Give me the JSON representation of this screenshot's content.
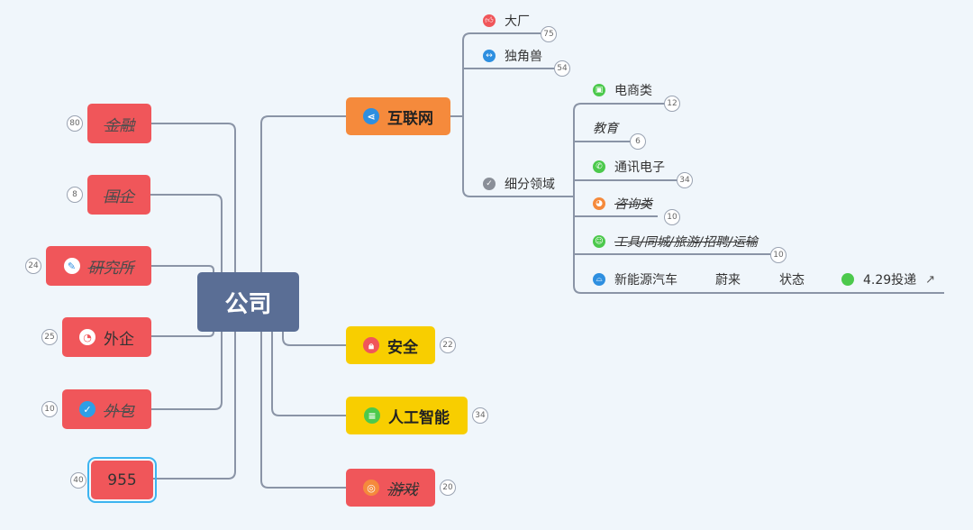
{
  "root": {
    "label": "公司"
  },
  "left": [
    {
      "label": "金融",
      "count": "80"
    },
    {
      "label": "国企",
      "count": "8"
    },
    {
      "label": "研究所",
      "count": "24"
    },
    {
      "label": "外企",
      "count": "25"
    },
    {
      "label": "外包",
      "count": "10"
    },
    {
      "label": "955",
      "count": "40"
    }
  ],
  "right": {
    "internet": {
      "label": "互联网",
      "children": [
        {
          "label": "大厂",
          "count": "75"
        },
        {
          "label": "独角兽",
          "count": "54"
        },
        {
          "label": "细分领域"
        }
      ],
      "sub": [
        {
          "label": "电商类",
          "count": "12"
        },
        {
          "label": "教育",
          "count": "6"
        },
        {
          "label": "通讯电子",
          "count": "34"
        },
        {
          "label": "咨询类",
          "count": "10"
        },
        {
          "label": "工具/同城/旅游/招聘/运输",
          "count": "10"
        }
      ],
      "ev": {
        "label": "新能源汽车",
        "company": "蔚来",
        "status_label": "状态",
        "status_value": "4.29投递",
        "status_color": "#4cc94c"
      }
    },
    "security": {
      "label": "安全",
      "count": "22"
    },
    "ai": {
      "label": "人工智能",
      "count": "34"
    },
    "game": {
      "label": "游戏",
      "count": "20"
    }
  },
  "colors": {
    "red": "#f0565a",
    "orange": "#f58a3c",
    "yellow": "#f8ce00",
    "root": "#5a6e95",
    "line": "#8a94a6"
  }
}
